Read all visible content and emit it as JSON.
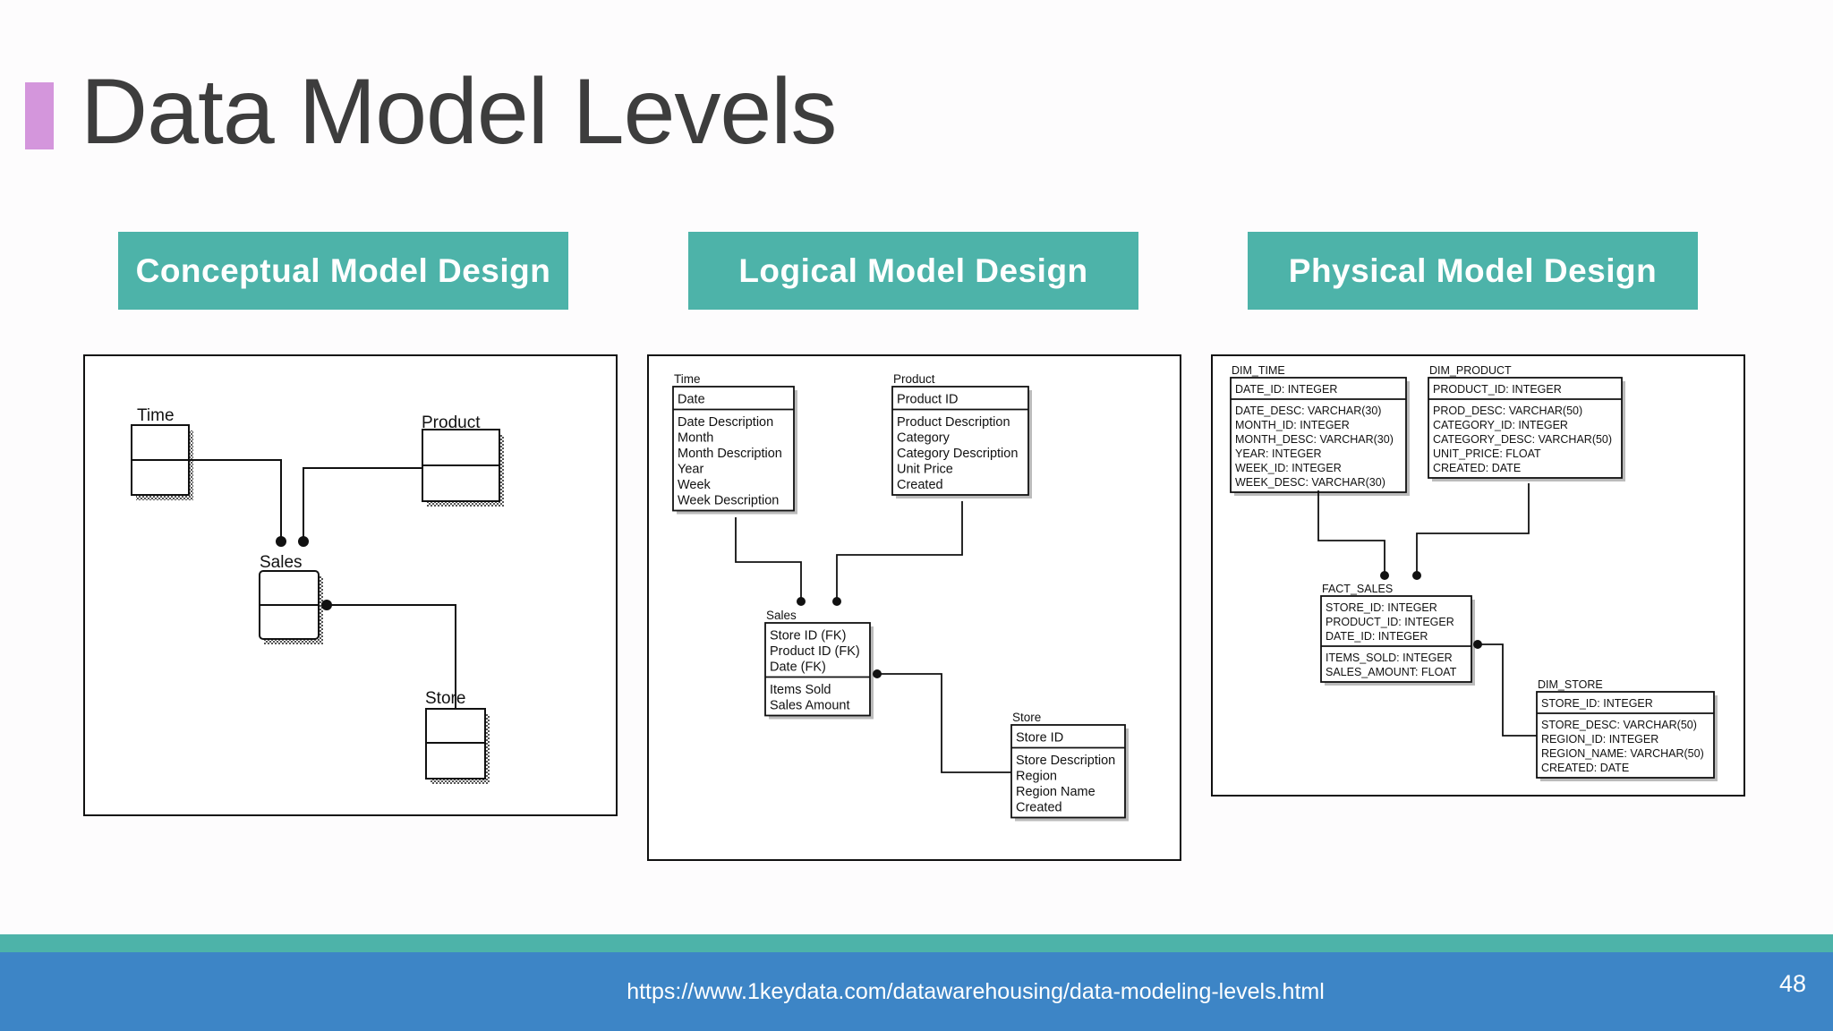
{
  "slide": {
    "title": "Data Model Levels",
    "footer_url": "https://www.1keydata.com/datawarehousing/data-modeling-levels.html",
    "page_number": "48"
  },
  "colors": {
    "accent": "#d496dc",
    "header_bg": "#4db3a9",
    "footer_bg": "#3d85c6",
    "footer_stripe": "#4db3a9"
  },
  "headers": {
    "conceptual": "Conceptual Model Design",
    "logical": "Logical Model Design",
    "physical": "Physical Model Design"
  },
  "conceptual": {
    "entities": {
      "time": "Time",
      "product": "Product",
      "sales": "Sales",
      "store": "Store"
    }
  },
  "logical": {
    "time": {
      "name": "Time",
      "key": [
        "Date"
      ],
      "attrs": [
        "Date Description",
        "Month",
        "Month Description",
        "Year",
        "Week",
        "Week Description"
      ]
    },
    "product": {
      "name": "Product",
      "key": [
        "Product ID"
      ],
      "attrs": [
        "Product Description",
        "Category",
        "Category Description",
        "Unit Price",
        "Created"
      ]
    },
    "sales": {
      "name": "Sales",
      "key": [
        "Store ID (FK)",
        "Product ID (FK)",
        "Date (FK)"
      ],
      "attrs": [
        "Items Sold",
        "Sales Amount"
      ]
    },
    "store": {
      "name": "Store",
      "key": [
        "Store ID"
      ],
      "attrs": [
        "Store Description",
        "Region",
        "Region Name",
        "Created"
      ]
    }
  },
  "physical": {
    "time": {
      "name": "DIM_TIME",
      "key": [
        "DATE_ID: INTEGER"
      ],
      "attrs": [
        "DATE_DESC: VARCHAR(30)",
        "MONTH_ID: INTEGER",
        "MONTH_DESC: VARCHAR(30)",
        "YEAR: INTEGER",
        "WEEK_ID: INTEGER",
        "WEEK_DESC: VARCHAR(30)"
      ]
    },
    "product": {
      "name": "DIM_PRODUCT",
      "key": [
        "PRODUCT_ID: INTEGER"
      ],
      "attrs": [
        "PROD_DESC: VARCHAR(50)",
        "CATEGORY_ID: INTEGER",
        "CATEGORY_DESC: VARCHAR(50)",
        "UNIT_PRICE: FLOAT",
        "CREATED: DATE"
      ]
    },
    "sales": {
      "name": "FACT_SALES",
      "key": [
        "STORE_ID: INTEGER",
        "PRODUCT_ID: INTEGER",
        "DATE_ID: INTEGER"
      ],
      "attrs": [
        "ITEMS_SOLD: INTEGER",
        "SALES_AMOUNT: FLOAT"
      ]
    },
    "store": {
      "name": "DIM_STORE",
      "key": [
        "STORE_ID: INTEGER"
      ],
      "attrs": [
        "STORE_DESC: VARCHAR(50)",
        "REGION_ID: INTEGER",
        "REGION_NAME: VARCHAR(50)",
        "CREATED: DATE"
      ]
    }
  }
}
